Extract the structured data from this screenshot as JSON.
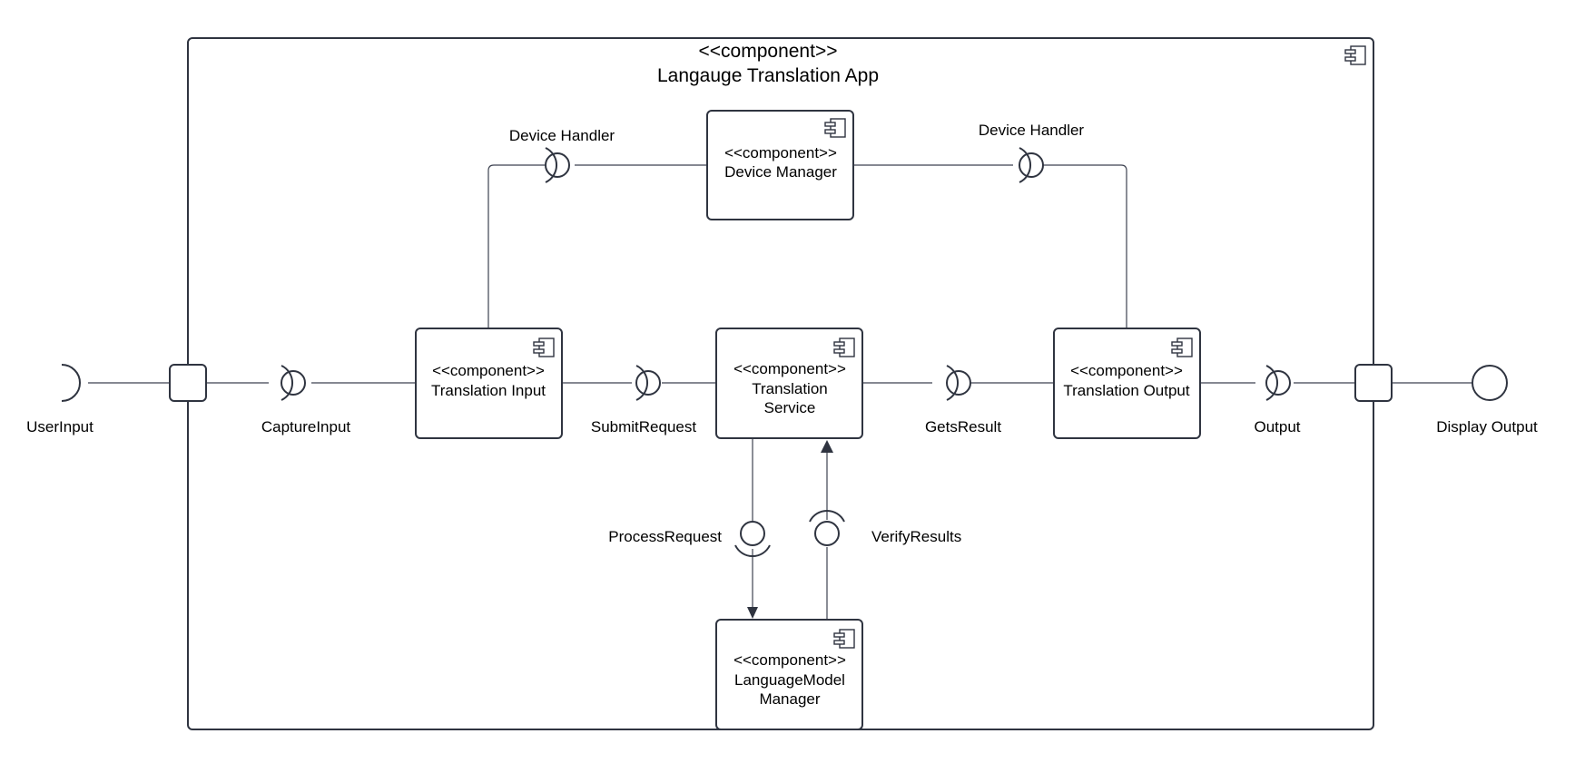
{
  "app": {
    "stereotype": "<<component>>",
    "name": "Langauge Translation App"
  },
  "components": {
    "device_manager": {
      "stereotype": "<<component>>",
      "name": [
        "Device Manager"
      ]
    },
    "translation_input": {
      "stereotype": "<<component>>",
      "name": [
        "Translation Input"
      ]
    },
    "translation_service": {
      "stereotype": "<<component>>",
      "name": [
        "Translation",
        "Service"
      ]
    },
    "translation_output": {
      "stereotype": "<<component>>",
      "name": [
        "Translation Output"
      ]
    },
    "language_model_manager": {
      "stereotype": "<<component>>",
      "name": [
        "LanguageModel",
        "Manager"
      ]
    }
  },
  "interfaces": {
    "user_input": "UserInput",
    "capture_input": "CaptureInput",
    "submit_request": "SubmitRequest",
    "gets_result": "GetsResult",
    "output": "Output",
    "display_output": "Display Output",
    "device_handler_left": "Device Handler",
    "device_handler_right": "Device Handler",
    "process_request": "ProcessRequest",
    "verify_results": "VerifyResults"
  },
  "colors": {
    "stroke": "#2f3440",
    "wire": "#3d4250",
    "background": "#ffffff"
  }
}
